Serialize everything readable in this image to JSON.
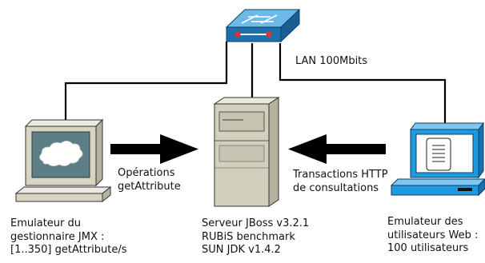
{
  "network": {
    "label": "LAN 100Mbits"
  },
  "jmx_client": {
    "arrow_label": [
      "Opérations",
      "getAttribute"
    ],
    "caption": [
      "Emulateur du",
      "gestionnaire JMX :",
      "[1..350] getAttribute/s"
    ]
  },
  "server": {
    "caption": [
      "Serveur JBoss v3.2.1",
      "RUBiS benchmark",
      "SUN JDK v1.4.2"
    ]
  },
  "web_client": {
    "arrow_label": [
      "Transactions HTTP",
      "de consultations"
    ],
    "caption": [
      "Emulateur des",
      "utilisateurs Web :",
      "100 utilisateurs"
    ]
  },
  "colors": {
    "switch_blue": "#2E8FD0",
    "web_client_blue": "#1E9BE0",
    "beige": "#D8D4C2",
    "server_beige": "#D3CFBD",
    "screen_teal": "#5C7E86",
    "arrow": "#000000"
  }
}
